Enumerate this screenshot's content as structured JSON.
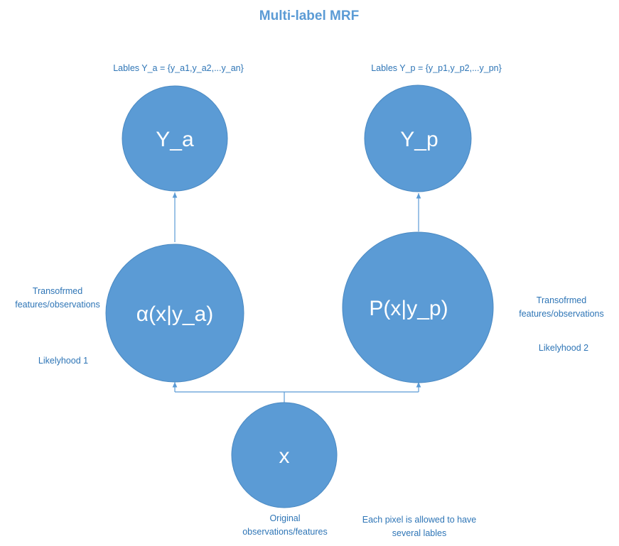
{
  "title": "Multi-label MRF",
  "colors": {
    "node_fill": "#5b9bd5",
    "edge": "#5b9bd5",
    "title": "#5b9bd5",
    "annotation": "#2e75b6"
  },
  "nodes": {
    "ya": {
      "label": "Y_a"
    },
    "yp": {
      "label": "Y_p"
    },
    "alpha": {
      "label": "α(x|y_a)"
    },
    "pxp": {
      "label": "P(x|y_p)"
    },
    "x": {
      "label": "x"
    }
  },
  "annotations": {
    "labels_a": "Lables Y_a = {y_a1,y_a2,...y_an}",
    "labels_p": "Lables Y_p = {y_p1,y_p2,...y_pn}",
    "transformed_left": [
      "Transofrmed",
      "features/observations"
    ],
    "likelihood1": "Likelyhood 1",
    "transformed_right": [
      "Transofrmed",
      "features/observations"
    ],
    "likelihood2": "Likelyhood 2",
    "original": [
      "Original",
      "observations/features"
    ],
    "each_pixel": [
      "Each pixel is allowed to have",
      "several lables"
    ]
  }
}
